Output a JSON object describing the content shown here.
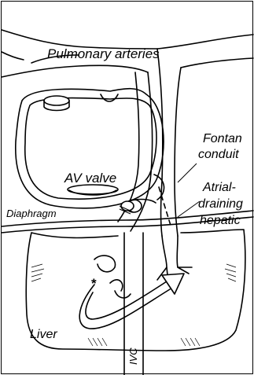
{
  "labels": {
    "pulmonary_arteries": "Pulmonary arteries",
    "fontan_line1": "Fontan",
    "fontan_line2": "conduit",
    "av_valve": "AV valve",
    "atrial_line1": "Atrial-",
    "atrial_line2": "draining",
    "atrial_line3": "hepatic",
    "diaphragm": "Diaphragm",
    "liver": "Liver",
    "ivc": "IVC",
    "asterisk": "*"
  }
}
